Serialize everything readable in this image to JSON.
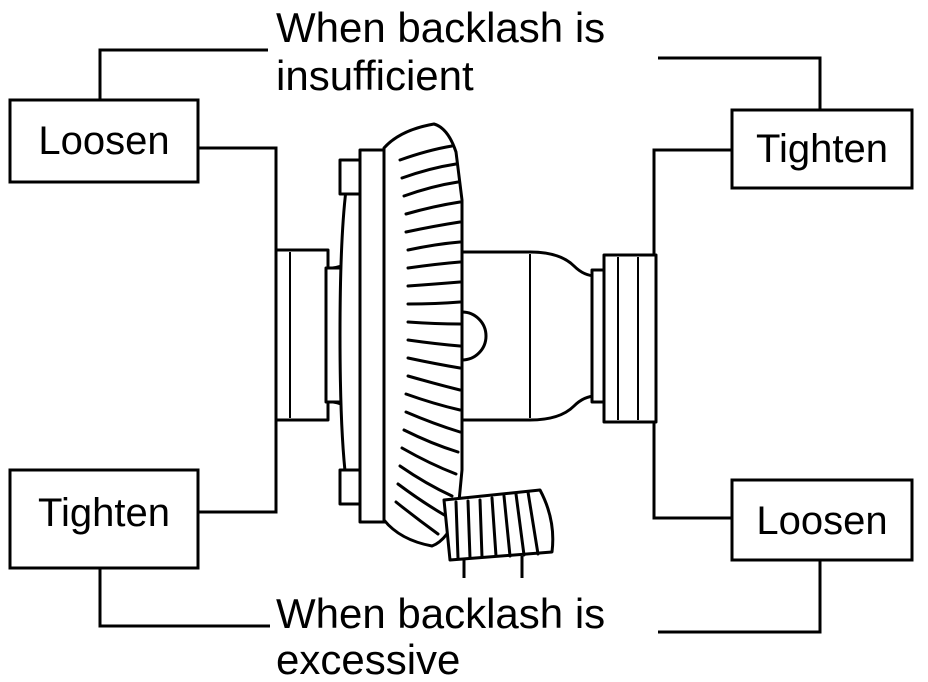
{
  "captions": {
    "top_line1": "When backlash is",
    "top_line2": "insufficient",
    "bottom_line1": "When backlash is",
    "bottom_line2": "excessive"
  },
  "labels": {
    "top_left": "Loosen",
    "bottom_left": "Tighten",
    "top_right": "Tighten",
    "bottom_right": "Loosen"
  },
  "colors": {
    "ink": "#000000",
    "paper": "#ffffff"
  }
}
